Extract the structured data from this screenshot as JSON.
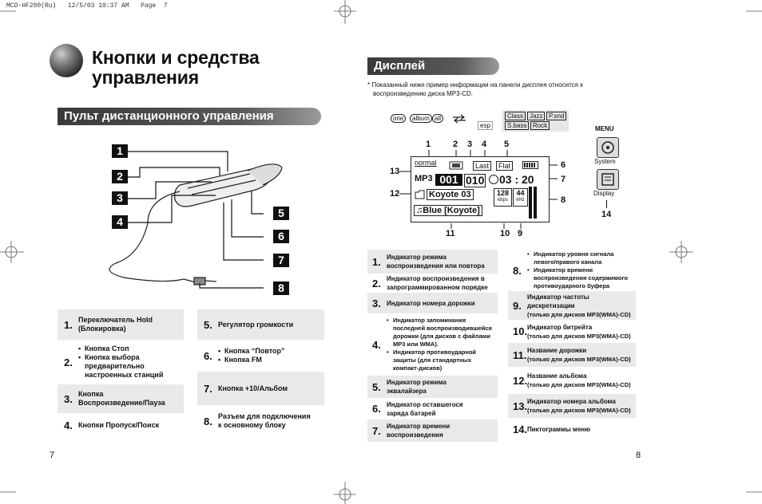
{
  "header": {
    "print_line": "MCD-HF200(Ru)   12/5/03 10:37 AM   Page  7"
  },
  "left": {
    "title_line1": "Кнопки и средства",
    "title_line2": "управления",
    "section": "Пульт дистанционного управления",
    "callouts": [
      "1",
      "2",
      "3",
      "4",
      "5",
      "6",
      "7",
      "8"
    ],
    "items": [
      {
        "n": "1.",
        "lines": [
          "Переключатель Hold",
          "(Блокировка)"
        ]
      },
      {
        "n": "2.",
        "bullets": [
          "Кнопка Стоп",
          "Кнопка выбора предварительно настроенных станций"
        ]
      },
      {
        "n": "3.",
        "lines": [
          "Кнопка",
          "Воспроизведение/Пауза"
        ]
      },
      {
        "n": "4.",
        "lines": [
          "Кнопки Пропуск/Поиск"
        ]
      },
      {
        "n": "5.",
        "lines": [
          "Регулятор громкости"
        ]
      },
      {
        "n": "6.",
        "bullets": [
          "Кнопка “Повтор”",
          "Кнопка FM"
        ]
      },
      {
        "n": "7.",
        "lines": [
          "Кнопка +10/Альбом"
        ]
      },
      {
        "n": "8.",
        "lines": [
          "Разъем для подключения",
          "к основному блоку"
        ]
      }
    ],
    "page_number": "7"
  },
  "right": {
    "section": "Дисплей",
    "note_star": "*",
    "note_line1": "Показанный ниже пример информации на панели дисплея относится к",
    "note_line2": "воспроизведению диска MP3-CD.",
    "modes": [
      "one",
      "album",
      "all"
    ],
    "esp": "esp",
    "eq_options": [
      "Class",
      "Jazz",
      "P.snd",
      "S.bass",
      "Rock"
    ],
    "menu_label": "MENU",
    "menu_system": "System",
    "menu_display": "Display",
    "lcd": {
      "normal": "normal",
      "last": "Last",
      "flat": "Flat",
      "track": "001",
      "album": "010",
      "time": "03 : 20",
      "mp3": "MP3",
      "album_name": "Koyote 03",
      "kbps_val": "128",
      "kbps": "kbps",
      "khz_val": "44",
      "khz": "kHz",
      "track_name": "Blue [Koyote]"
    },
    "diagram_numbers": {
      "n1": "1",
      "n2": "2",
      "n3": "3",
      "n4": "4",
      "n5": "5",
      "n6": "6",
      "n7": "7",
      "n8": "8",
      "n9": "9",
      "n10": "10",
      "n11": "11",
      "n12": "12",
      "n13": "13",
      "n14": "14"
    },
    "items_left": [
      {
        "n": "1.",
        "lines": [
          "Индикатор режима",
          "воспроизведения или повтора"
        ]
      },
      {
        "n": "2.",
        "lines": [
          "Индикатор воспроизведения в",
          "запрограммированном порядке"
        ]
      },
      {
        "n": "3.",
        "lines": [
          "Индикатор номера дорожки"
        ]
      },
      {
        "n": "4.",
        "bullets": [
          "Индикатор запоминания последней воспроизводившейся дорожки (для дисков с файлами MP3 или WMA).",
          "Индикатор противоударной защиты (для стандартных компакт-дисков)"
        ]
      },
      {
        "n": "5.",
        "lines": [
          "Индикатор режима",
          "эквалайзера"
        ]
      },
      {
        "n": "6.",
        "lines": [
          "Индикатор оставшегося",
          "заряда батарей"
        ]
      },
      {
        "n": "7.",
        "lines": [
          "Индикатор времени",
          "воспроизведения"
        ]
      }
    ],
    "items_right": [
      {
        "n": "8.",
        "bullets": [
          "Индикатор уровня сигнала левого/правого канала",
          "Индикатор времени воспроизведения содержимого противоударного буфера"
        ]
      },
      {
        "n": "9.",
        "lines": [
          "Индикатор частоты",
          "дискретизации"
        ],
        "small": "(только для дисков MP3(WMA)-CD)"
      },
      {
        "n": "10.",
        "lines": [
          "Индикатор битрейта"
        ],
        "small": "(только для дисков MP3(WMA)-CD)"
      },
      {
        "n": "11.",
        "lines": [
          "Название дорожки"
        ],
        "small": "(только для дисков MP3(WMA)-CD)"
      },
      {
        "n": "12.",
        "lines": [
          "Название альбома"
        ],
        "small": "(только для дисков MP3(WMA)-CD)"
      },
      {
        "n": "13.",
        "lines": [
          "Индикатор номера альбома"
        ],
        "small": "(только для дисков MP3(WMA)-CD)"
      },
      {
        "n": "14.",
        "lines": [
          "Пиктограммы меню"
        ]
      }
    ],
    "page_number": "8"
  }
}
